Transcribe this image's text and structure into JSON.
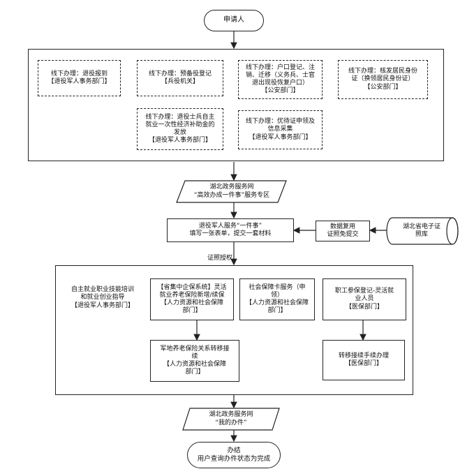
{
  "start": "申请人",
  "offline": [
    "线下办理：退役报到\n【退役军人事务部门】",
    "线下办理：预备役登记\n【兵役机关】",
    "线下办理：户口登记、注\n销、迁移（义务兵、士官\n退出现役恢复户口）\n【公安部门】",
    "线下办理：核发居民身份\n证（换领居民身份证）\n【公安部门】",
    "线下办理：退役士兵自主\n就业一次性经济补助金的\n发放\n【退役军人事务部门】",
    "线下办理：优待证申领及\n信息采集\n【退役军人事务部门】"
  ],
  "portal1": "湖北政务服务网\n“高效办成一件事”服务专区",
  "service": "退役军人服务“一件事”\n填写一张表单，提交一套材料",
  "reuse": "数据复用\n证照免提交",
  "library": "湖北省电子证\n照库",
  "auth_label": "证照授权",
  "online": [
    "自主就业职业技能培训\n和就业创业指导\n【退役军人事务部门】",
    "【省集中企保系统】灵活\n就业养老保险新增/续保\n【人力资源和社会保障\n部门】",
    "社会保障卡服务（申\n领）\n【人力资源和社会保障\n部门】",
    "职工参保登记-灵活就\n业人员\n【医保部门】",
    "军地养老保险关系转移接\n续\n【人力资源和社会保障\n部门】",
    "转移接续手续办理\n【医保部门】"
  ],
  "portal2": "湖北政务服务网\n“我的办件”",
  "end": "办结\n用户查询办件状态为完成"
}
